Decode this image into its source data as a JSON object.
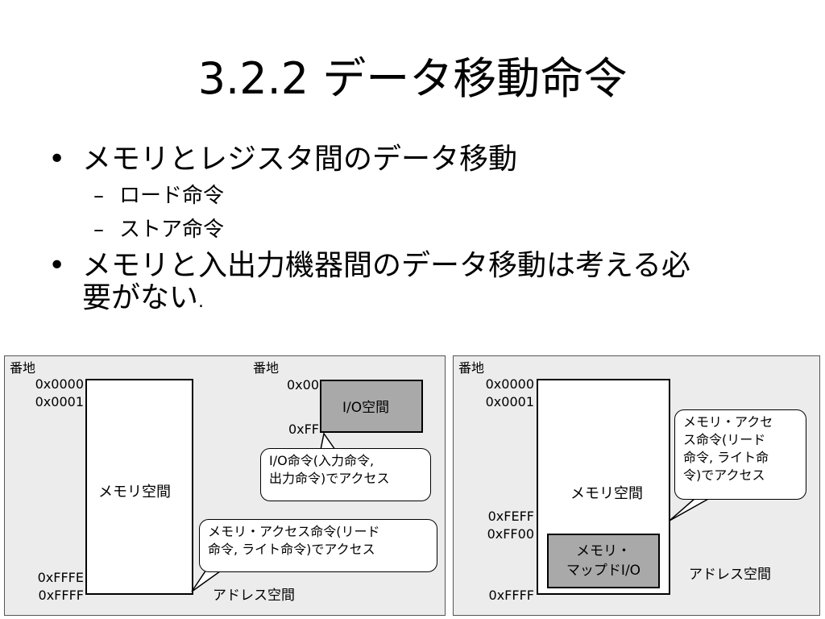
{
  "slide": {
    "title": "3.2.2 データ移動命令",
    "bullets": [
      {
        "text": "メモリとレジスタ間のデータ移動",
        "subitems": [
          "ロード命令",
          "ストア命令"
        ]
      },
      {
        "text": "メモリと入出力機器間のデータ移動は考える必要がない",
        "line1": "メモリと入出力機器間のデータ移動は考える必",
        "line2": "要がない",
        "period": "."
      }
    ]
  },
  "diagram_left": {
    "memory": {
      "address_heading": "番地",
      "addresses_top": [
        "0x0000",
        "0x0001"
      ],
      "addresses_bottom": [
        "0xFFFE",
        "0xFFFF"
      ],
      "label": "メモリ空間"
    },
    "io": {
      "address_heading": "番地",
      "address_start": "0x00",
      "address_end": "0xFF",
      "label": "I/O空間"
    },
    "callout_io": [
      "I/O命令(入力命令,",
      "出力命令)でアクセス"
    ],
    "callout_memory": [
      "メモリ・アクセス命令(リード",
      "命令, ライト命令)でアクセス"
    ],
    "address_space_label": "アドレス空間"
  },
  "diagram_right": {
    "address_heading": "番地",
    "addresses_top": [
      "0x0000",
      "0x0001"
    ],
    "addresses_mid": [
      "0xFEFF",
      "0xFF00"
    ],
    "address_end": "0xFFFF",
    "memory_label": "メモリ空間",
    "mapped_io_label": [
      "メモリ・",
      "マップドI/O"
    ],
    "callout": [
      "メモリ・アクセ",
      "ス命令(リード",
      "命令, ライト命",
      "令)でアクセス"
    ],
    "address_space_label": "アドレス空間"
  }
}
